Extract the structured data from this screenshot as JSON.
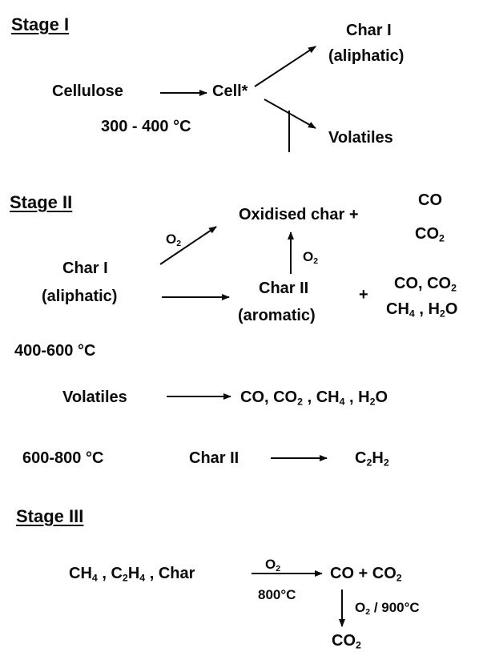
{
  "stage1": {
    "heading": "Stage I",
    "cellulose": "Cellulose",
    "cell": "Cell*",
    "char1_line1": "Char I",
    "char1_line2": "(aliphatic)",
    "volatiles": "Volatiles",
    "temp": "300 - 400 °C"
  },
  "stage2": {
    "heading": "Stage II",
    "oxidised_char": "Oxidised char +",
    "co_top": "CO",
    "co2_top": {
      "base": "CO",
      "sub": "2"
    },
    "o2_left": {
      "base": "O",
      "sub": "2"
    },
    "o2_mid": {
      "base": "O",
      "sub": "2"
    },
    "char1_line1": "Char I",
    "char1_line2": "(aliphatic)",
    "char2_line1": "Char II",
    "char2_line2": "(aromatic)",
    "plus": "+",
    "gases_line1": {
      "a": "CO, CO",
      "a_sub": "2"
    },
    "gases_line2": {
      "a": "CH",
      "a_sub": "4",
      "b": " , H",
      "b_sub": "2",
      "c": "O"
    },
    "temp": "400-600 °C",
    "volatiles": "Volatiles",
    "volatile_products": {
      "a": "CO, CO",
      "a_sub": "2",
      "b": " , CH",
      "b_sub": "4",
      "c": " , H",
      "c_sub": "2",
      "d": "O"
    },
    "temp2": "600-800 °C",
    "char2": "Char II",
    "c2h2": {
      "a": "C",
      "a_sub": "2",
      "b": "H",
      "b_sub": "2"
    }
  },
  "stage3": {
    "heading": "Stage III",
    "reactants": {
      "a": "CH",
      "a_sub": "4",
      "b": " , C",
      "b_sub": "2",
      "c": "H",
      "c_sub": "4",
      "d": " , Char"
    },
    "o2_over": {
      "base": "O",
      "sub": "2"
    },
    "temp_under": "800°C",
    "product": {
      "a": "CO + CO",
      "a_sub": "2"
    },
    "o2_side": {
      "a": "O",
      "a_sub": "2",
      "b": " / 900°C"
    },
    "final": {
      "a": "CO",
      "a_sub": "2"
    }
  }
}
